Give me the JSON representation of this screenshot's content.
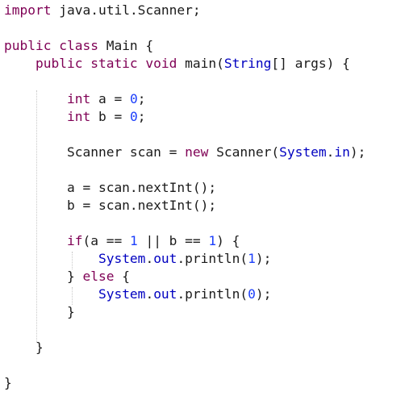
{
  "editor": {
    "language": "java",
    "colors": {
      "keyword": "#7f0055",
      "number": "#1c3ffb",
      "field": "#0000c0",
      "text": "#1a1a1a"
    },
    "lines": [
      {
        "y": 0,
        "tokens": [
          {
            "t": "import",
            "c": "kw"
          },
          {
            "t": " java.util.Scanner;",
            "c": ""
          }
        ]
      },
      {
        "y": 1,
        "tokens": []
      },
      {
        "y": 2,
        "tokens": [
          {
            "t": "public class",
            "c": "kw"
          },
          {
            "t": " Main {",
            "c": ""
          }
        ]
      },
      {
        "y": 3,
        "tokens": [
          {
            "t": "    ",
            "c": ""
          },
          {
            "t": "public static void",
            "c": "kw"
          },
          {
            "t": " main(",
            "c": ""
          },
          {
            "t": "String",
            "c": "fld"
          },
          {
            "t": "[] args) {",
            "c": ""
          }
        ]
      },
      {
        "y": 4,
        "tokens": []
      },
      {
        "y": 5,
        "tokens": [
          {
            "t": "        ",
            "c": ""
          },
          {
            "t": "int",
            "c": "kw"
          },
          {
            "t": " a = ",
            "c": ""
          },
          {
            "t": "0",
            "c": "num"
          },
          {
            "t": ";",
            "c": ""
          }
        ]
      },
      {
        "y": 6,
        "tokens": [
          {
            "t": "        ",
            "c": ""
          },
          {
            "t": "int",
            "c": "kw"
          },
          {
            "t": " b = ",
            "c": ""
          },
          {
            "t": "0",
            "c": "num"
          },
          {
            "t": ";",
            "c": ""
          }
        ]
      },
      {
        "y": 7,
        "tokens": []
      },
      {
        "y": 8,
        "tokens": [
          {
            "t": "        Scanner scan = ",
            "c": ""
          },
          {
            "t": "new",
            "c": "kw"
          },
          {
            "t": " Scanner(",
            "c": ""
          },
          {
            "t": "System",
            "c": "fld"
          },
          {
            "t": ".",
            "c": ""
          },
          {
            "t": "in",
            "c": "fld"
          },
          {
            "t": ");",
            "c": ""
          }
        ]
      },
      {
        "y": 9,
        "tokens": []
      },
      {
        "y": 10,
        "tokens": [
          {
            "t": "        a = scan.nextInt();",
            "c": ""
          }
        ]
      },
      {
        "y": 11,
        "tokens": [
          {
            "t": "        b = scan.nextInt();",
            "c": ""
          }
        ]
      },
      {
        "y": 12,
        "tokens": []
      },
      {
        "y": 13,
        "tokens": [
          {
            "t": "        ",
            "c": ""
          },
          {
            "t": "if",
            "c": "kw"
          },
          {
            "t": "(a == ",
            "c": ""
          },
          {
            "t": "1",
            "c": "num"
          },
          {
            "t": " || b == ",
            "c": ""
          },
          {
            "t": "1",
            "c": "num"
          },
          {
            "t": ") {",
            "c": ""
          }
        ]
      },
      {
        "y": 14,
        "tokens": [
          {
            "t": "            ",
            "c": ""
          },
          {
            "t": "System",
            "c": "fld"
          },
          {
            "t": ".",
            "c": ""
          },
          {
            "t": "out",
            "c": "fld"
          },
          {
            "t": ".println(",
            "c": ""
          },
          {
            "t": "1",
            "c": "num"
          },
          {
            "t": ");",
            "c": ""
          }
        ]
      },
      {
        "y": 15,
        "tokens": [
          {
            "t": "        } ",
            "c": ""
          },
          {
            "t": "else",
            "c": "kw"
          },
          {
            "t": " {",
            "c": ""
          }
        ]
      },
      {
        "y": 16,
        "tokens": [
          {
            "t": "            ",
            "c": ""
          },
          {
            "t": "System",
            "c": "fld"
          },
          {
            "t": ".",
            "c": ""
          },
          {
            "t": "out",
            "c": "fld"
          },
          {
            "t": ".println(",
            "c": ""
          },
          {
            "t": "0",
            "c": "num"
          },
          {
            "t": ");",
            "c": ""
          }
        ]
      },
      {
        "y": 17,
        "tokens": [
          {
            "t": "        }",
            "c": ""
          }
        ]
      },
      {
        "y": 18,
        "tokens": []
      },
      {
        "y": 19,
        "tokens": [
          {
            "t": "    }",
            "c": ""
          }
        ]
      },
      {
        "y": 20,
        "tokens": []
      },
      {
        "y": 21,
        "tokens": [
          {
            "t": "}",
            "c": ""
          }
        ]
      }
    ]
  }
}
